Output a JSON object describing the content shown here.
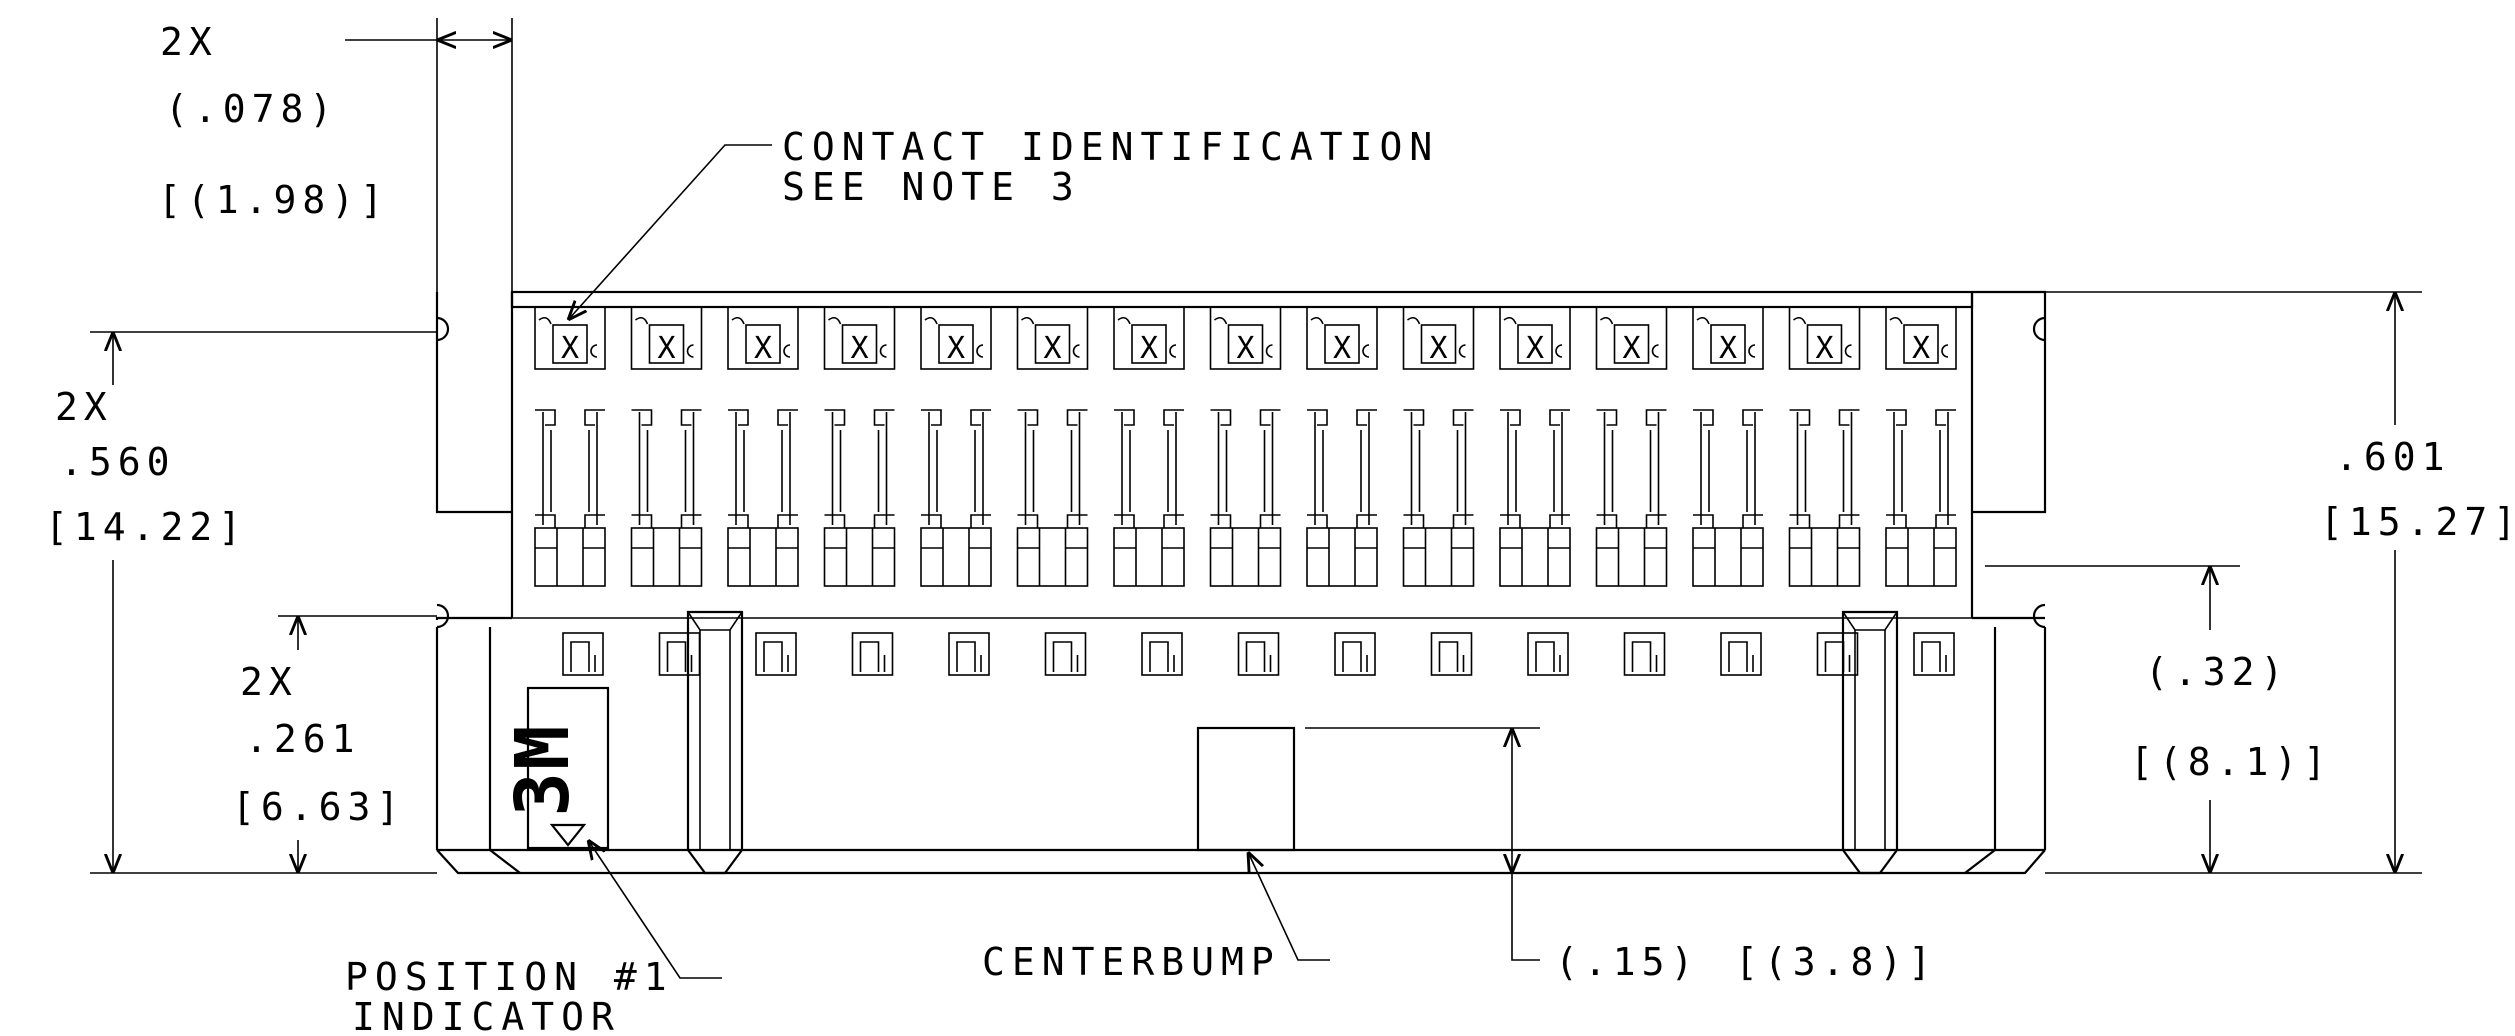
{
  "labels": {
    "contact_id_line1": "CONTACT IDENTIFICATION",
    "contact_id_line2": "SEE NOTE 3",
    "position_line1": "POSITION #1",
    "position_line2": "INDICATOR",
    "centerbump": "CENTERBUMP",
    "logo": "3M"
  },
  "dimensions": {
    "pitch": {
      "count": "2X",
      "inch": "(.078)",
      "mm": "[(1.98)]"
    },
    "height_left": {
      "count": "2X",
      "inch": ".560",
      "mm": "[14.22]"
    },
    "latch_height": {
      "count": "2X",
      "inch": ".261",
      "mm": "[6.63]"
    },
    "overall_height": {
      "inch": ".601",
      "mm": "[15.27]"
    },
    "contact_height": {
      "inch": "(.32)",
      "mm": "[(8.1)]"
    },
    "centerbump": {
      "inch": "(.15)",
      "mm": "[(3.8)]"
    }
  },
  "contact_mark": "X",
  "contact_count": 15,
  "window_count": 15
}
